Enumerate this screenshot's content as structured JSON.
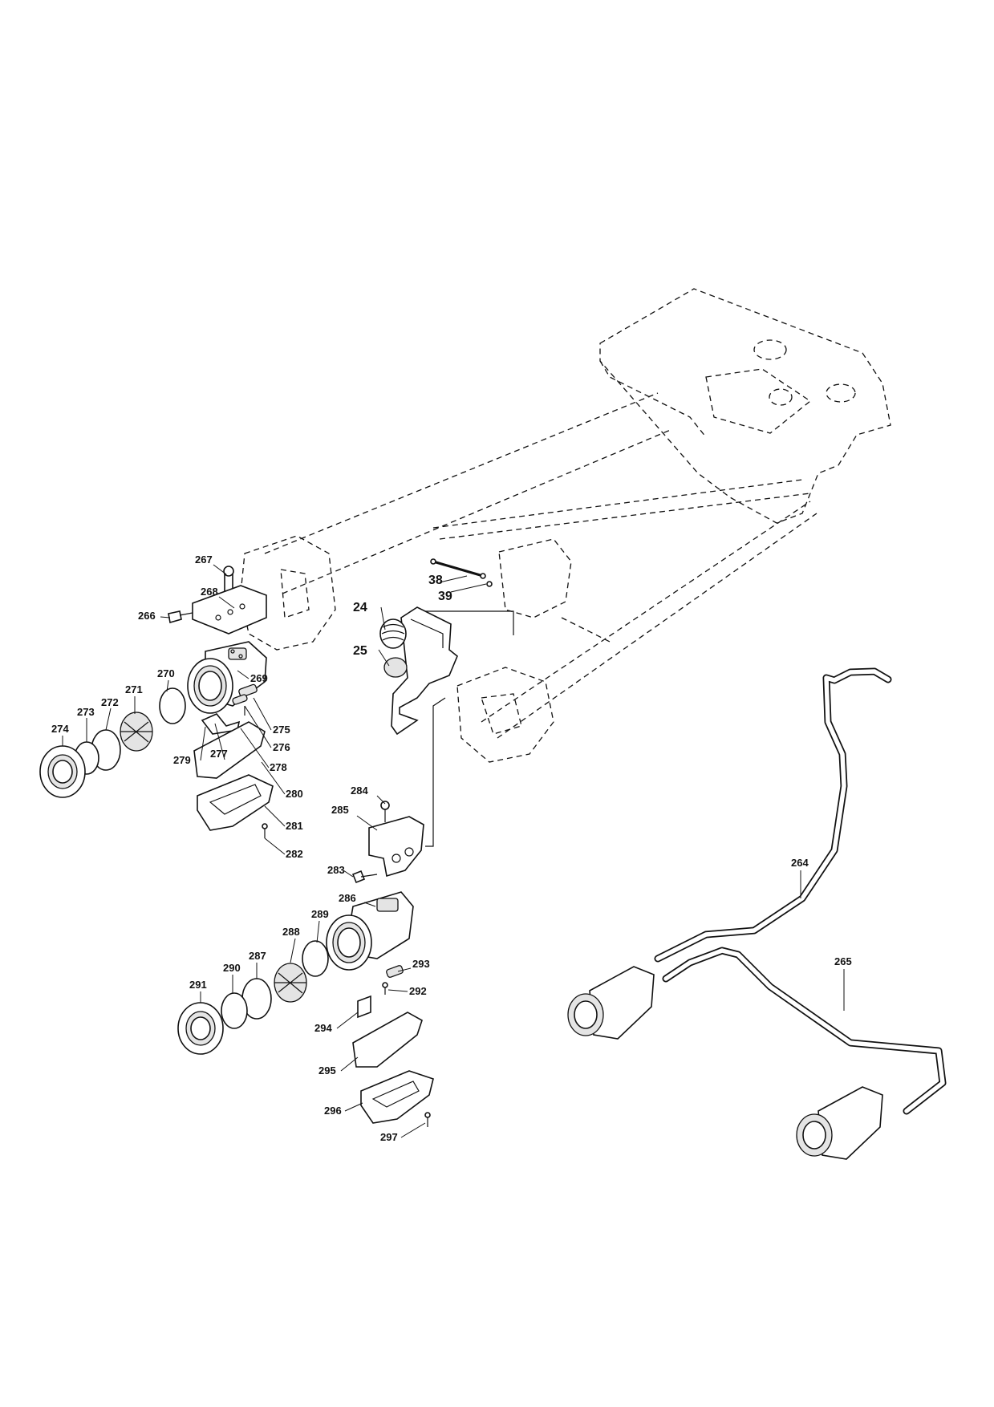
{
  "callouts": {
    "c24": "24",
    "c25": "25",
    "c38": "38",
    "c39": "39",
    "c264": "264",
    "c265": "265",
    "c266": "266",
    "c267": "267",
    "c268": "268",
    "c269": "269",
    "c270": "270",
    "c271": "271",
    "c272": "272",
    "c273": "273",
    "c274": "274",
    "c275": "275",
    "c276": "276",
    "c277": "277",
    "c278": "278",
    "c279": "279",
    "c280": "280",
    "c281": "281",
    "c282": "282",
    "c283": "283",
    "c284": "284",
    "c285": "285",
    "c286": "286",
    "c287": "287",
    "c288": "288",
    "c289": "289",
    "c290": "290",
    "c291": "291",
    "c292": "292",
    "c293": "293",
    "c294": "294",
    "c295": "295",
    "c296": "296",
    "c297": "297"
  }
}
